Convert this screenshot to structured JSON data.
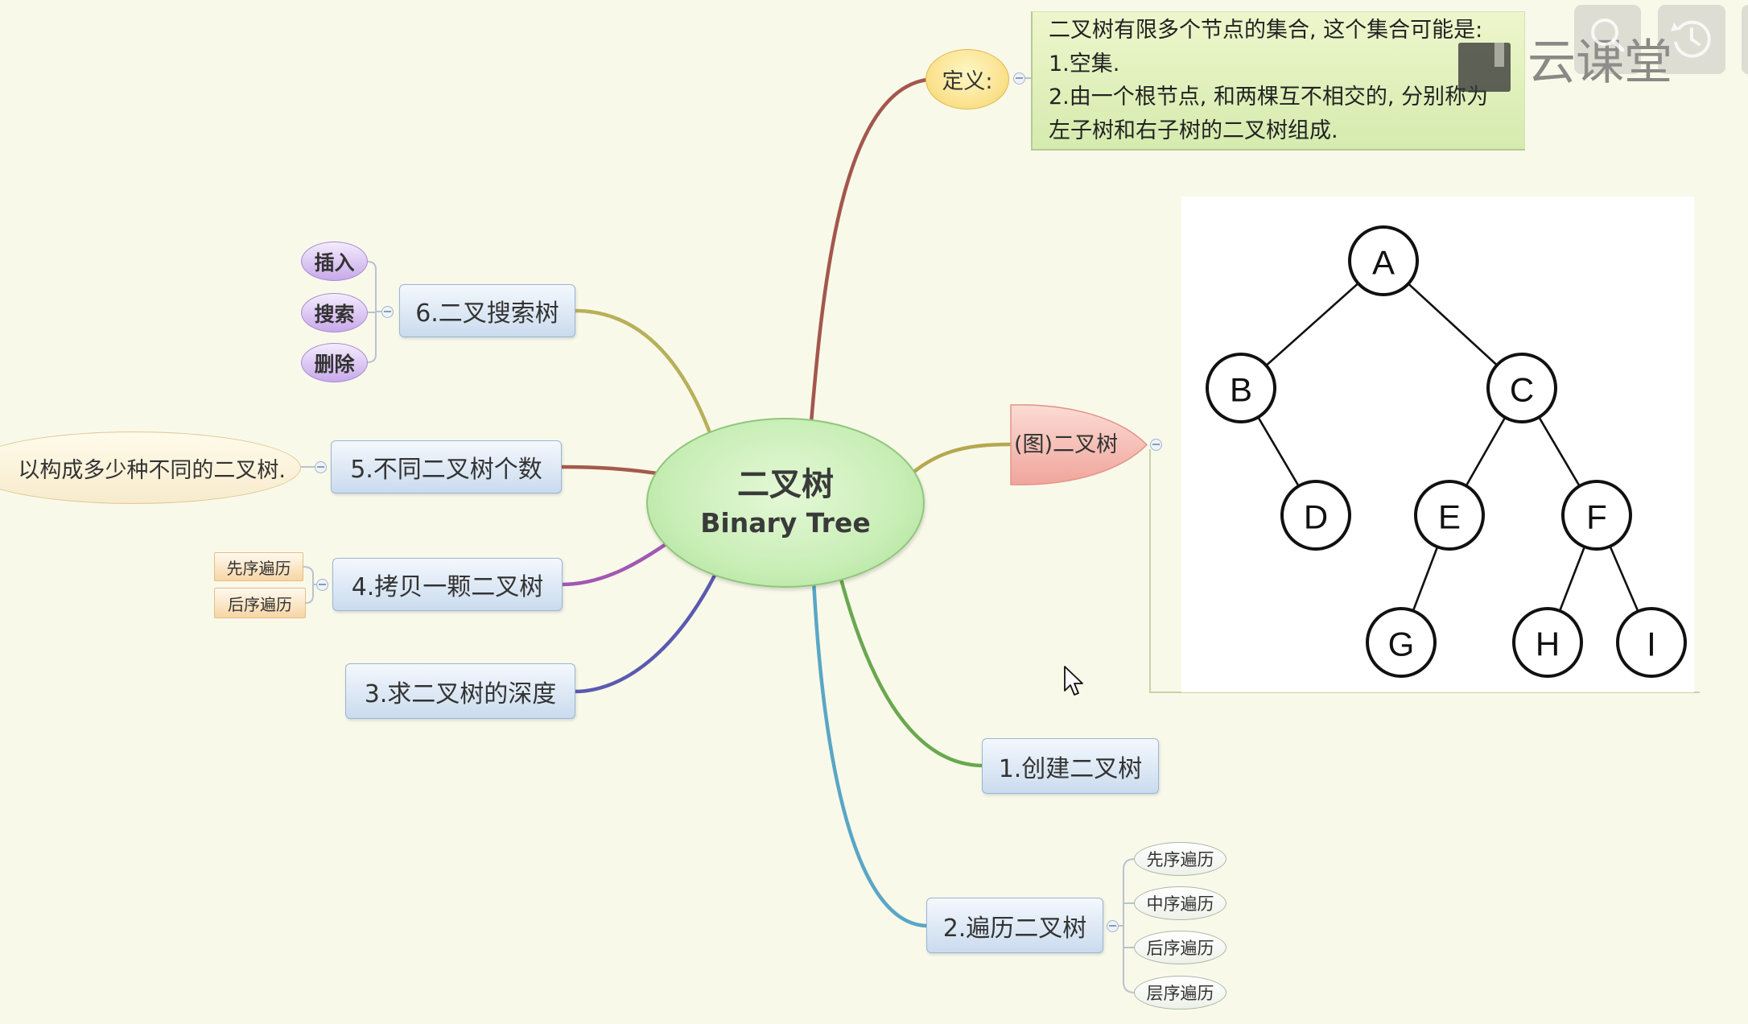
{
  "central": {
    "title_zh": "二叉树",
    "title_en": "Binary Tree"
  },
  "definition": {
    "label": "定义:",
    "lines": [
      "二叉树有限多个节点的集合, 这个集合可能是:",
      "1.空集.",
      "2.由一个根节点, 和两棵互不相交的, 分别称为",
      "左子树和右子树的二叉树组成."
    ]
  },
  "figure": {
    "label": "(图)二叉树",
    "tree": {
      "nodes": [
        {
          "label": "A",
          "parent": null
        },
        {
          "label": "B",
          "parent": 0
        },
        {
          "label": "C",
          "parent": 0
        },
        {
          "label": "D",
          "parent": 1
        },
        {
          "label": "E",
          "parent": 2
        },
        {
          "label": "F",
          "parent": 2
        },
        {
          "label": "G",
          "parent": 4
        },
        {
          "label": "H",
          "parent": 5
        },
        {
          "label": "I",
          "parent": 5
        }
      ]
    }
  },
  "topics": {
    "create": {
      "label": "1.创建二叉树"
    },
    "traverse": {
      "label": "2.遍历二叉树",
      "children": [
        "先序遍历",
        "中序遍历",
        "后序遍历",
        "层序遍历"
      ]
    },
    "depth": {
      "label": "3.求二叉树的深度"
    },
    "copy": {
      "label": "4.拷贝一颗二叉树",
      "children": [
        "先序遍历",
        "后序遍历"
      ]
    },
    "count": {
      "label": "5.不同二叉树个数",
      "children": [
        "以构成多少种不同的二叉树."
      ]
    },
    "bst": {
      "label": "6.二叉搜索树",
      "children": [
        "插入",
        "搜索",
        "删除"
      ]
    }
  },
  "watermark": {
    "text": "云课堂"
  },
  "icons": {
    "collapse": "minus-icon",
    "search": "search-icon",
    "clock": "clock-icon",
    "cursor": "mouse-pointer-icon",
    "logo": "logo-icon"
  },
  "colors": {
    "background": "#f9f9ea",
    "branch_definition": "#a3574d",
    "branch_figure": "#b5a84f",
    "branch_create": "#6aa84f",
    "branch_traverse": "#5aa6c6",
    "branch_depth": "#5a5ab0",
    "branch_copy": "#a258b2",
    "branch_count": "#a45a4a",
    "branch_bst": "#b8b05a",
    "central_fill": "#c6eeb4",
    "topic_fill": "#cadbee",
    "definition_fill": "#f7d96e",
    "figure_fill": "#f0a59c",
    "bst_child_fill": "#c8a9ea"
  }
}
